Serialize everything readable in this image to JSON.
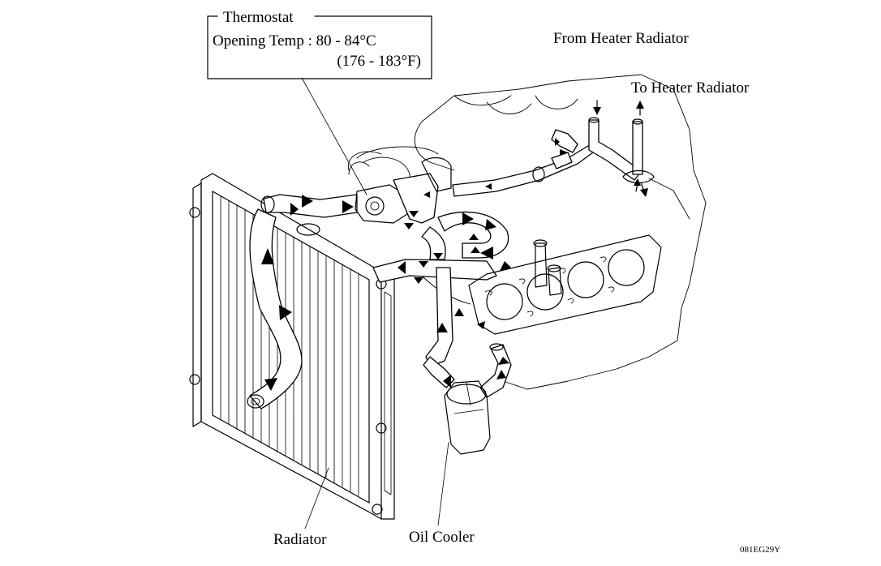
{
  "callouts": {
    "thermostat_title": "Thermostat",
    "thermostat_temp_line": "Opening Temp : 80 - 84°C",
    "thermostat_temp_f": "(176 - 183°F)",
    "from_heater": "From Heater Radiator",
    "to_heater": "To Heater Radiator",
    "radiator": "Radiator",
    "oil_cooler": "Oil Cooler"
  },
  "figure_code": "081EG29Y"
}
